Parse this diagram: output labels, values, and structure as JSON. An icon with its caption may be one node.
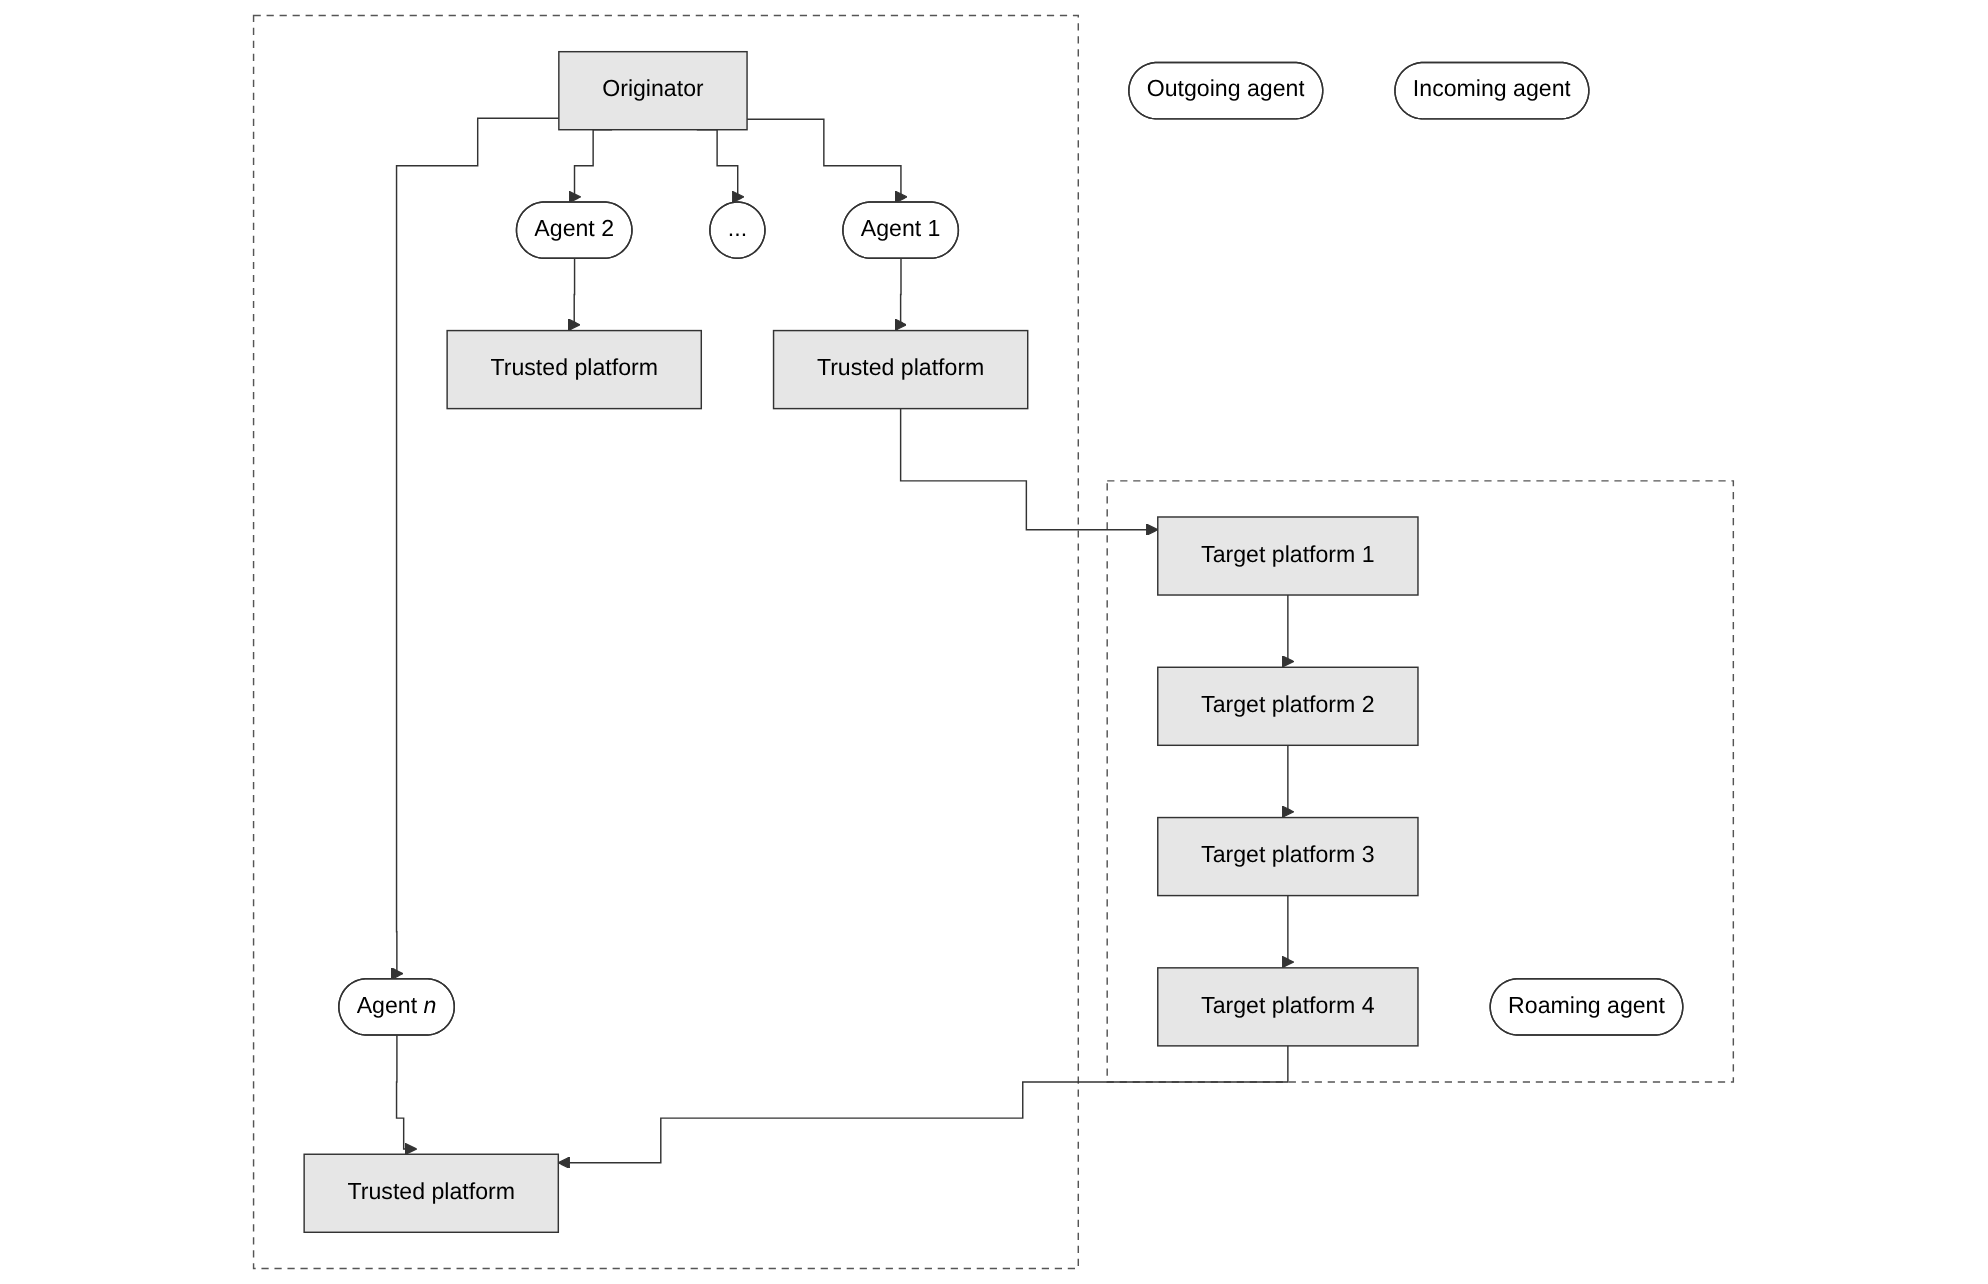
{
  "diagram": {
    "nodes": [
      {
        "text": [],
        "shape": "box"
      },
      {
        "text": [
          "Originator"
        ],
        "in": 0
      },
      {
        "text": [
          "Agent 1"
        ],
        "in": 0
      },
      {
        "text": [
          "Agent 2"
        ],
        "in": 0
      },
      {
        "text": [
          "..."
        ],
        "in": 0
      },
      {
        "text": [
          "Agent *n*"
        ],
        "in": 0
      },
      {
        "text": [
          "Trusted platform"
        ],
        "in": 0
      },
      {
        "text": [
          "Trusted platform"
        ],
        "in": 0
      },
      {
        "text": [
          "Trusted platform"
        ],
        "in": 0
      },
      {
        "text": [
          "Outgoing agent"
        ]
      },
      {
        "text": [
          "Incoming agent"
        ]
      },
      {
        "text": [],
        "shape": "box"
      },
      {
        "text": [
          "Target platform 1"
        ],
        "in": 11
      },
      {
        "text": [
          "Target platform 2"
        ],
        "in": 11
      },
      {
        "text": [
          "Target platform 3"
        ],
        "in": 11
      },
      {
        "text": [
          "Target platform 4"
        ],
        "in": 11
      },
      {
        "text": [
          "Roaming agent"
        ],
        "in": 11
      }
    ],
    "edges": [
      {
        "from": 1,
        "to": 2,
        "arrow": "to"
      },
      {
        "from": 1,
        "to": 3,
        "arrow": "to"
      },
      {
        "from": 1,
        "to": 4,
        "arrow": "to"
      },
      {
        "from": 1,
        "to": 5,
        "arrow": "to"
      },
      {
        "from": 2,
        "to": 6,
        "arrow": "to"
      },
      {
        "from": 3,
        "to": 7,
        "arrow": "to"
      },
      {
        "from": 5,
        "to": 8,
        "arrow": "to"
      },
      {
        "from": 6,
        "to": 12,
        "arrow": "to"
      },
      {
        "from": 12,
        "to": 13,
        "arrow": "to"
      },
      {
        "from": 13,
        "to": 14,
        "arrow": "to"
      },
      {
        "from": 14,
        "to": 15,
        "arrow": "to"
      },
      {
        "from": 15,
        "to": 8,
        "arrow": "to"
      }
    ]
  }
}
